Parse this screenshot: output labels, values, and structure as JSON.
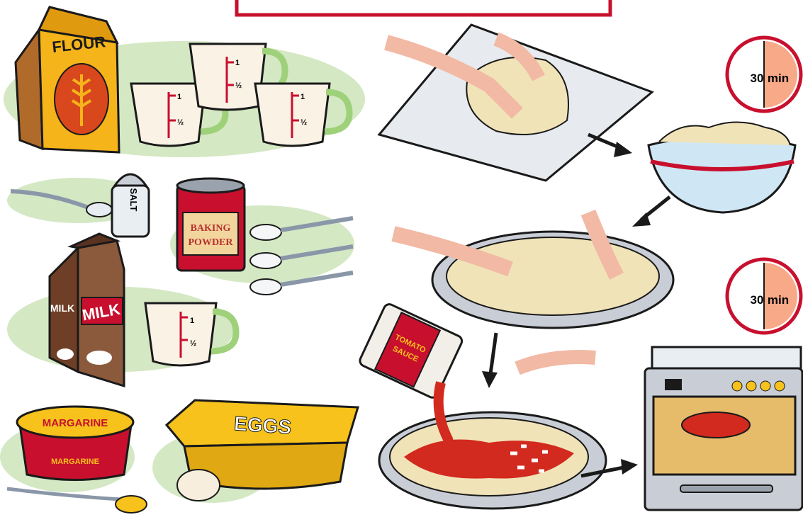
{
  "labels": {
    "flour": "FLOUR",
    "salt": "SALT",
    "baking_powder_line1": "BAKING",
    "baking_powder_line2": "POWDER",
    "milk": "MILK",
    "margarine": "MARGARINE",
    "eggs": "EGGS",
    "tomato_sauce_line1": "TOMATO",
    "tomato_sauce_line2": "SAUCE",
    "cup_one": "1",
    "cup_half": "½",
    "timer_value": "30",
    "timer_unit": "min"
  },
  "colors": {
    "header_border": "#c8102e",
    "green_blob": "#d4e8c4",
    "flour_bag": "#f4b41a",
    "milk_carton": "#8b5a3c",
    "cup_glass": "#9fd17a",
    "timer_face": "#f7a988",
    "sauce_red": "#d22a1e",
    "oven_steel": "#c9ced6",
    "egg_carton": "#f6c21b"
  },
  "icons": {
    "timer_top": "timer-clock-icon",
    "timer_bottom": "timer-clock-icon",
    "arrows": "arrow-icon"
  }
}
